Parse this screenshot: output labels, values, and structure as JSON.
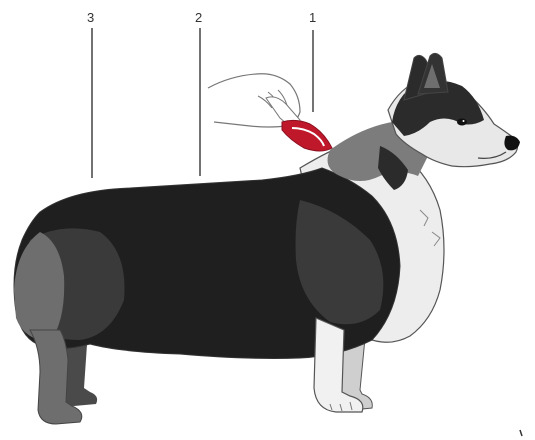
{
  "callouts": [
    {
      "number": "1"
    },
    {
      "number": "2"
    },
    {
      "number": "3"
    }
  ],
  "illustration": {
    "subject": "dog-figure",
    "colors": {
      "body_dark": "#1f1f1f",
      "body_mid": "#3a3a3a",
      "body_gray": "#6e6e6e",
      "white_fur": "#e9e9e9",
      "outline": "#555555",
      "hand_outline": "#777777",
      "injection_site": "#c0182b"
    }
  }
}
